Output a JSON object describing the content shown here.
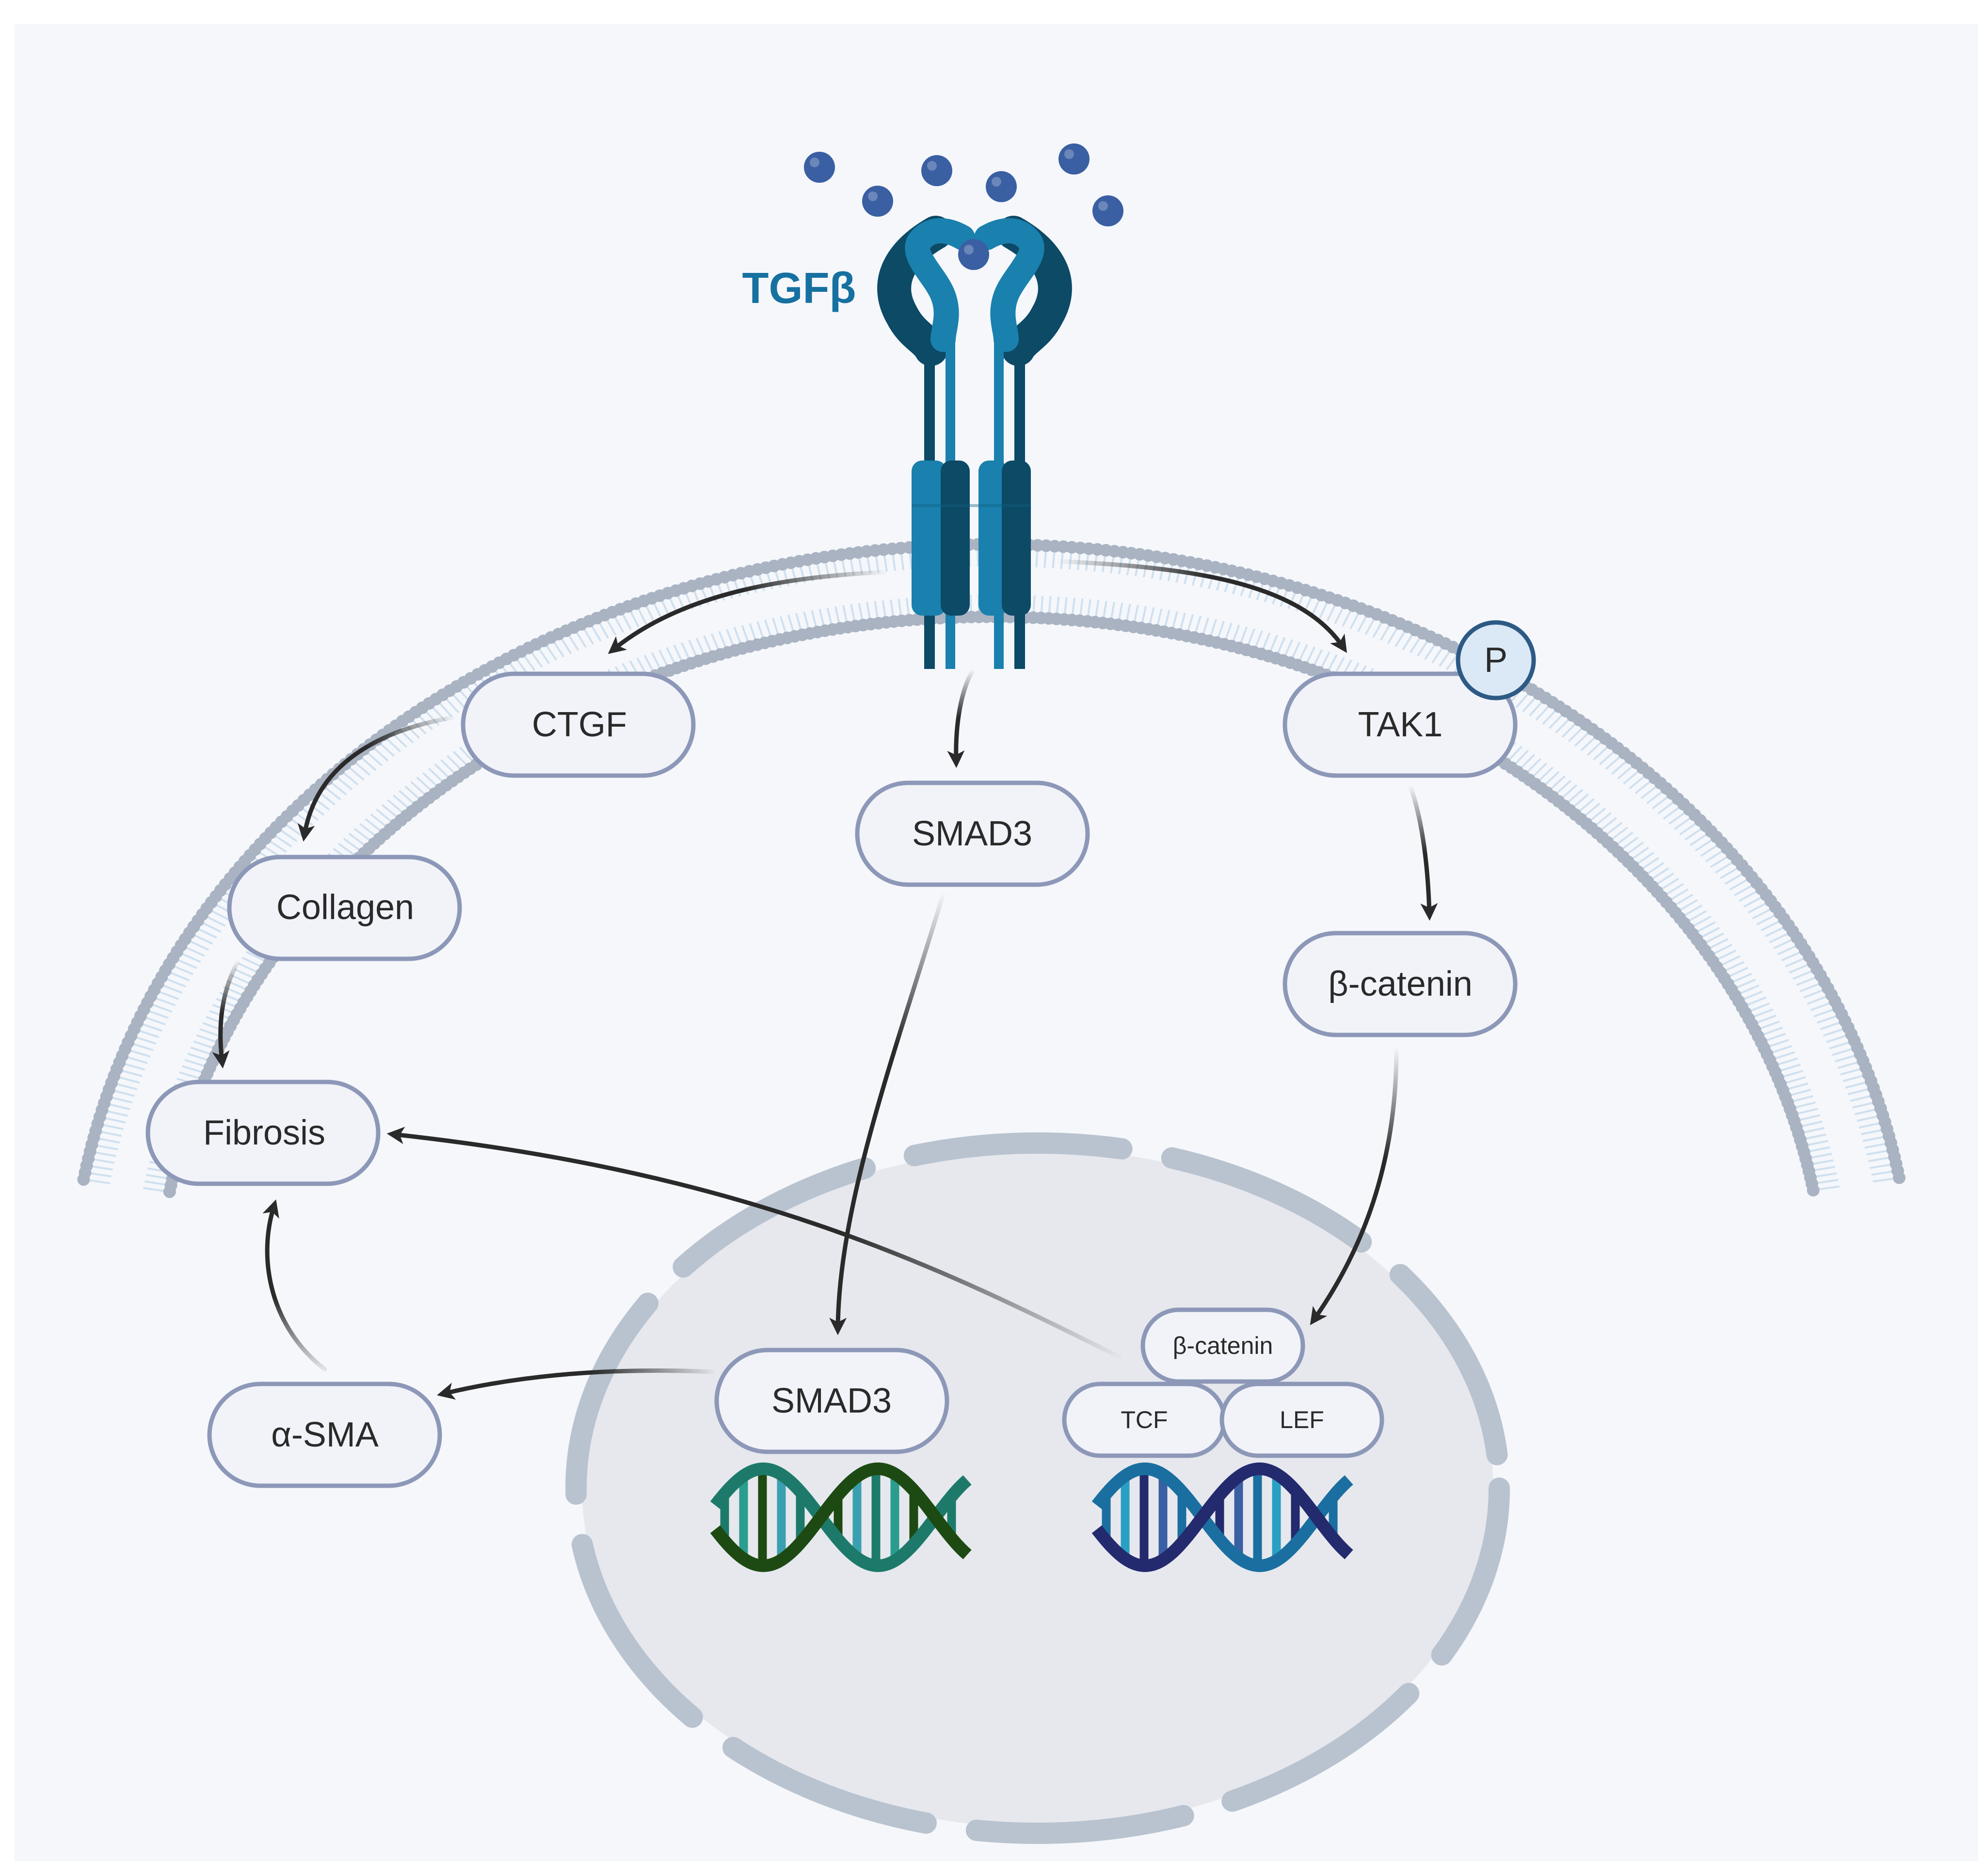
{
  "ligand": {
    "label": "TGFβ"
  },
  "nodes": {
    "ctgf": "CTGF",
    "smad3_cyto": "SMAD3",
    "tak1": "TAK1",
    "phospho": "P",
    "collagen": "Collagen",
    "beta_catenin_cyto": "β-catenin",
    "fibrosis": "Fibrosis",
    "alpha_sma": "α-SMA",
    "smad3_nuc": "SMAD3",
    "beta_catenin_nuc": "β-catenin",
    "tcf": "TCF",
    "lef": "LEF"
  },
  "colors": {
    "background": "#f5f7fb",
    "membrane_head": "#a9b3c2",
    "membrane_tail": "#cfe0ef",
    "receptor_light": "#1a80ad",
    "receptor_dark": "#0c4a66",
    "ligand_ball": "#3a5fa2",
    "nucleus_fill": "#e6e8ee",
    "nucleus_envelope": "#b9c3cf",
    "node_fill": "#f1f3f9",
    "node_stroke": "#8d98b8",
    "arrow": "#2a2a2a",
    "dna_green_dark": "#1d4a12",
    "dna_green_teal": "#1d7a6a",
    "dna_navy": "#232a6e",
    "dna_blue": "#1a6fa0"
  },
  "icons": {
    "receptor": "tgf-beta-receptor-icon",
    "ligand": "ligand-molecule-icon",
    "dna": "dna-helix-icon"
  }
}
